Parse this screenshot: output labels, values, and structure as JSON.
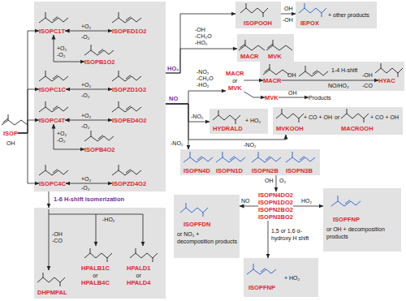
{
  "diagram": {
    "nodes": [
      {
        "text": [
          "ISOP"
        ]
      },
      {
        "text": []
      },
      {
        "text": [
          "ISOPC1T"
        ],
        "in": 1
      },
      {
        "text": [
          "ISOPED1O2"
        ],
        "in": 1
      },
      {
        "text": [
          "ISOPB1O2"
        ],
        "in": 1
      },
      {
        "text": [
          "ISOPC1C"
        ],
        "in": 1
      },
      {
        "text": [
          "ISOPZD1O2"
        ],
        "in": 1
      },
      {
        "text": [
          "ISOPC4T"
        ],
        "in": 1
      },
      {
        "text": [
          "ISOPED4O2"
        ],
        "in": 1
      },
      {
        "text": [
          "ISOPB4O2"
        ],
        "in": 1
      },
      {
        "text": [
          "ISOPC4C"
        ],
        "in": 1
      },
      {
        "text": [
          "ISOPZD4O2"
        ],
        "in": 1
      },
      {
        "text": []
      },
      {
        "text": [
          "DHPMPAL"
        ],
        "in": 12
      },
      {
        "text": [
          "HPALB1C",
          "or",
          "HPALB4C"
        ],
        "in": 12
      },
      {
        "text": [
          "HPALD1",
          "or",
          "HPALD4"
        ],
        "in": 12
      },
      {
        "text": [
          "ISOPOOH"
        ]
      },
      {
        "text": [
          "IEPOX",
          "+ other products"
        ]
      },
      {
        "text": [
          "MACR",
          "MVK"
        ]
      },
      {
        "text": [
          "MACR",
          "or",
          "MVK"
        ]
      },
      {
        "text": []
      },
      {
        "text": [
          "MACR"
        ],
        "in": 20
      },
      {
        "text": [
          "HYAC"
        ],
        "in": 20
      },
      {
        "text": [
          "MVK"
        ]
      },
      {
        "text": [
          "Products"
        ]
      },
      {
        "text": [
          "HYDRALD",
          "+ HO₂"
        ]
      },
      {
        "text": [
          "MVKOOH",
          "+ CO + OH",
          "or",
          "MACROOH",
          "+ CO + OH"
        ]
      },
      {
        "text": []
      },
      {
        "text": [
          "ISOPN4D"
        ],
        "in": 27
      },
      {
        "text": [
          "ISOPN1D"
        ],
        "in": 27
      },
      {
        "text": [
          "ISOPN2B"
        ],
        "in": 27
      },
      {
        "text": [
          "ISOPN3B"
        ],
        "in": 27
      },
      {
        "text": [
          "ISOPN4DO2",
          "ISOPN1DO2",
          "ISOPN2BO2",
          "ISOPN3BO2"
        ]
      },
      {
        "text": [
          "ISOPFDN",
          "or NO₂ + decomposition products"
        ]
      },
      {
        "text": [
          "ISOPFNP",
          "or OH + decomposition products"
        ]
      },
      {
        "text": [
          "ISOPFNP",
          "+ HO₂"
        ]
      }
    ],
    "edges": [
      {
        "from": 0,
        "to": 2,
        "arrow": "to"
      },
      {
        "from": 0,
        "to": 5,
        "arrow": "to"
      },
      {
        "from": 0,
        "to": 7,
        "arrow": "to"
      },
      {
        "from": 0,
        "to": 10,
        "arrow": "to"
      },
      {
        "from": 2,
        "to": 3,
        "arrow": "both"
      },
      {
        "from": 2,
        "to": 4,
        "arrow": "both"
      },
      {
        "from": 5,
        "to": 6,
        "arrow": "both"
      },
      {
        "from": 7,
        "to": 8,
        "arrow": "both"
      },
      {
        "from": 7,
        "to": 9,
        "arrow": "both"
      },
      {
        "from": 10,
        "to": 11,
        "arrow": "both"
      },
      {
        "from": 1,
        "to": 12,
        "arrow": "to",
        "label": "1-6 H-shift isomerization"
      },
      {
        "from": 1,
        "to": 16,
        "arrow": "to",
        "label": "HO₂"
      },
      {
        "from": 1,
        "to": 18,
        "arrow": "to"
      },
      {
        "from": 16,
        "to": 17,
        "arrow": "to",
        "label": "OH"
      },
      {
        "from": 1,
        "to": 19,
        "arrow": "to",
        "label": "NO"
      },
      {
        "from": 19,
        "to": 21,
        "arrow": "to"
      },
      {
        "from": 21,
        "to": 22,
        "arrow": "to",
        "label": "1-4 H-shift"
      },
      {
        "from": 19,
        "to": 23,
        "arrow": "to"
      },
      {
        "from": 23,
        "to": 24,
        "arrow": "to",
        "label": "OH"
      },
      {
        "from": 1,
        "to": 25,
        "arrow": "to"
      },
      {
        "from": 1,
        "to": 26,
        "arrow": "to"
      },
      {
        "from": 1,
        "to": 27,
        "arrow": "to"
      },
      {
        "from": 27,
        "to": 32,
        "arrow": "to",
        "label": "OH"
      },
      {
        "from": 32,
        "to": 33,
        "arrow": "to",
        "label": "NO"
      },
      {
        "from": 32,
        "to": 34,
        "arrow": "to",
        "label": "HO₂"
      },
      {
        "from": 32,
        "to": 35,
        "arrow": "to",
        "label": "1,5 or 1,6 α-hydroxy H shift"
      }
    ],
    "labels": [
      "OH",
      "+O₂",
      "-O₂",
      "+O₂",
      "-O₂",
      "+O₂",
      "-O₂",
      "+O₂",
      "-O₂",
      "+O₂",
      "-O₂",
      "+O₂",
      "-O₂",
      "-OH",
      "-CO",
      "-HO₂",
      "-OH",
      "-OH",
      "-CH₂O",
      "-HO₂",
      "-NO₂",
      "-CH₂O",
      "-HO₂",
      "OH",
      "NO/HO₂",
      "-OH",
      "-CO",
      "-NO₂",
      "-NO₂",
      "-NO₂",
      "O₂"
    ]
  }
}
